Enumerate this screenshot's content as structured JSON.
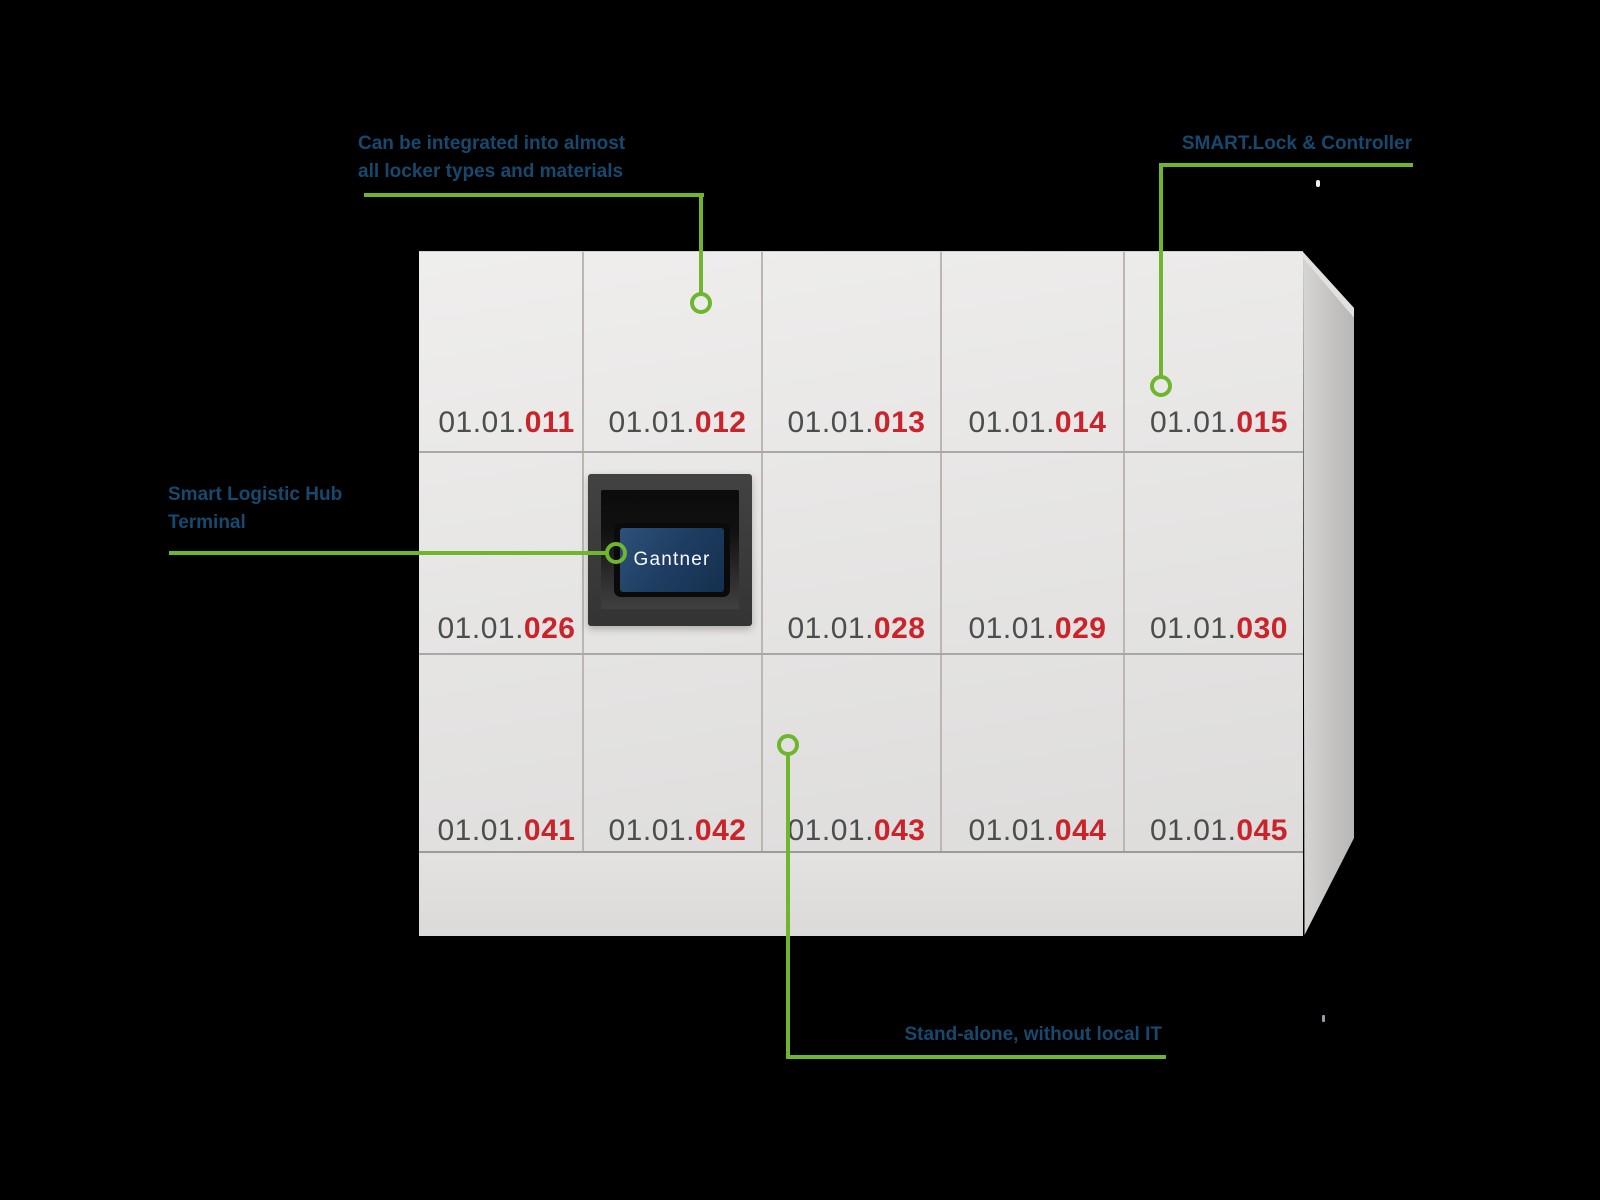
{
  "page": {
    "background": "#000000"
  },
  "colors": {
    "accent_green": "#6fb52d",
    "label_blue": "#17496f",
    "locker_red": "#c9242b",
    "locker_gray": "#4c4e4e",
    "cabinet_front": "#e5e4e3",
    "screen_blue": "#1e3d62"
  },
  "callouts": {
    "integration": {
      "line1": "Can be integrated into almost",
      "line2": "all locker types and materials"
    },
    "smartlock": {
      "label": "SMART.Lock & Controller"
    },
    "terminal_hub": {
      "line1": "Smart Logistic Hub",
      "line2": "Terminal"
    },
    "standalone": {
      "label": "Stand-alone, without local IT"
    }
  },
  "terminal": {
    "brand": "Gantner"
  },
  "lockers": {
    "rows": [
      [
        {
          "prefix": "01.01.",
          "suffix": "011"
        },
        {
          "prefix": "01.01.",
          "suffix": "012"
        },
        {
          "prefix": "01.01.",
          "suffix": "013"
        },
        {
          "prefix": "01.01.",
          "suffix": "014"
        },
        {
          "prefix": "01.01.",
          "suffix": "015"
        }
      ],
      [
        {
          "prefix": "01.01.",
          "suffix": "026"
        },
        null,
        {
          "prefix": "01.01.",
          "suffix": "028"
        },
        {
          "prefix": "01.01.",
          "suffix": "029"
        },
        {
          "prefix": "01.01.",
          "suffix": "030"
        }
      ],
      [
        {
          "prefix": "01.01.",
          "suffix": "041"
        },
        {
          "prefix": "01.01.",
          "suffix": "042"
        },
        {
          "prefix": "01.01.",
          "suffix": "043"
        },
        {
          "prefix": "01.01.",
          "suffix": "044"
        },
        {
          "prefix": "01.01.",
          "suffix": "045"
        }
      ]
    ]
  }
}
